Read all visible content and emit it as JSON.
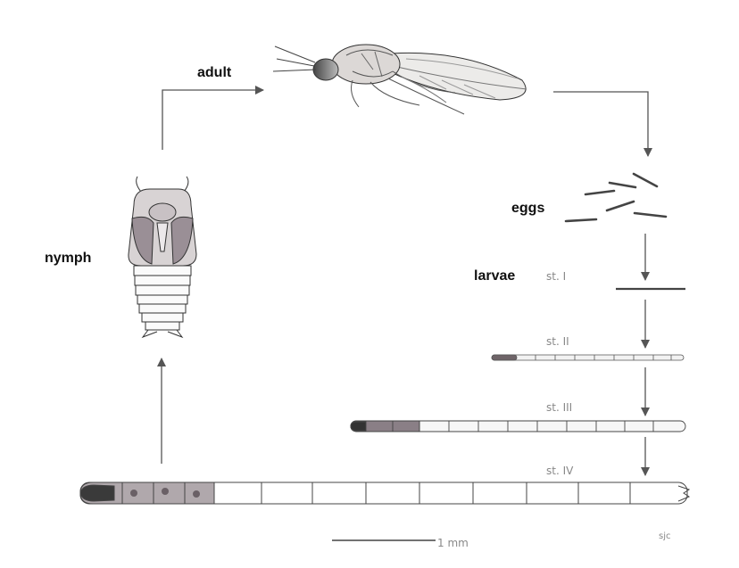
{
  "labels": {
    "adult": "adult",
    "eggs": "eggs",
    "nymph": "nymph",
    "larvae": "larvae",
    "stage_1": "st. I",
    "stage_2": "st. II",
    "stage_3": "st. III",
    "stage_4": "st. IV",
    "scale": "1 mm",
    "signature": "sjc"
  },
  "colors": {
    "arrow": "#555555",
    "ink": "#222222",
    "shading": "#8a7f86"
  }
}
